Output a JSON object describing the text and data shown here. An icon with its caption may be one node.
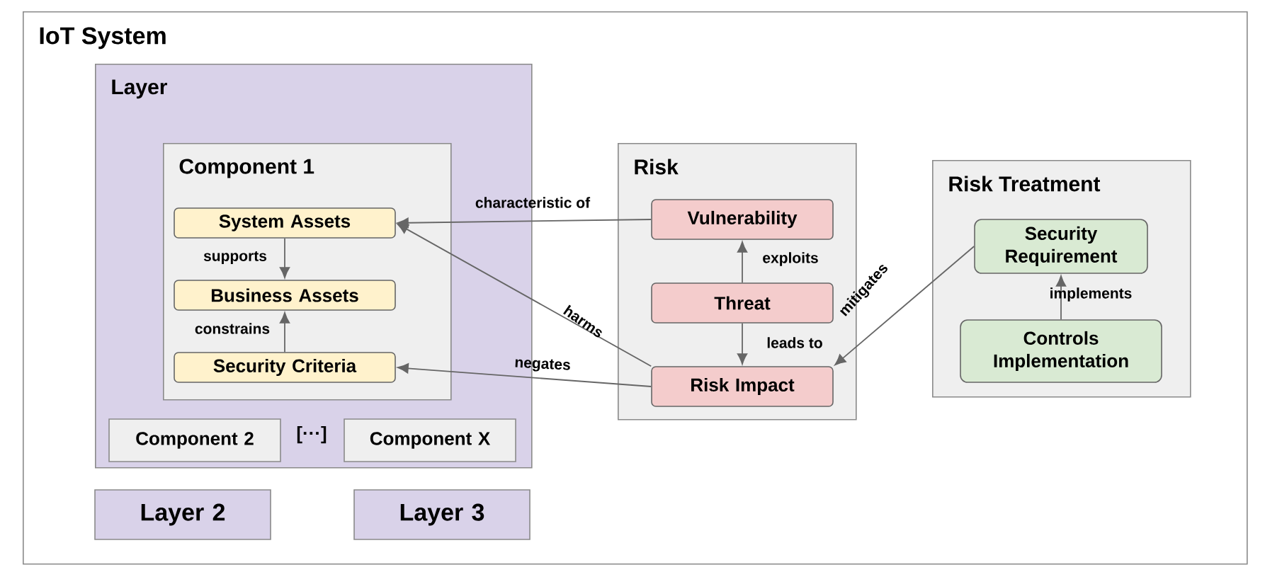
{
  "diagram": {
    "nodes": [
      {
        "text": [
          "IoT System"
        ]
      },
      {
        "text": [
          "Layer"
        ],
        "in": 0
      },
      {
        "text": [
          "Component 1"
        ],
        "in": 1
      },
      {
        "text": [
          "System Assets"
        ],
        "in": 2
      },
      {
        "text": [
          "Business Assets"
        ],
        "in": 2
      },
      {
        "text": [
          "Security Criteria"
        ],
        "in": 2
      },
      {
        "text": [
          "Component 2"
        ],
        "in": 1
      },
      {
        "text": [
          "Component X"
        ],
        "in": 1
      },
      {
        "text": [
          "Layer 2"
        ],
        "in": 0
      },
      {
        "text": [
          "Layer 3"
        ],
        "in": 0
      },
      {
        "text": [
          "Risk"
        ],
        "in": 0
      },
      {
        "text": [
          "Vulnerability"
        ],
        "in": 10
      },
      {
        "text": [
          "Threat"
        ],
        "in": 10
      },
      {
        "text": [
          "Risk Impact"
        ],
        "in": 10
      },
      {
        "text": [
          "Risk Treatment"
        ],
        "in": 0
      },
      {
        "text": [
          "Security Requirement"
        ],
        "in": 14
      },
      {
        "text": [
          "Controls Implementation"
        ],
        "in": 14
      }
    ],
    "edges": [
      {
        "from": 3,
        "to": 4,
        "arrow": "to",
        "label": "supports"
      },
      {
        "from": 5,
        "to": 4,
        "arrow": "to",
        "label": "constrains"
      },
      {
        "from": 11,
        "to": 3,
        "arrow": "to",
        "label": "characteristic of"
      },
      {
        "from": 13,
        "to": 3,
        "arrow": "to",
        "label": "harms"
      },
      {
        "from": 13,
        "to": 5,
        "arrow": "to",
        "label": "negates"
      },
      {
        "from": 12,
        "to": 11,
        "arrow": "to",
        "label": "exploits"
      },
      {
        "from": 12,
        "to": 13,
        "arrow": "to",
        "label": "leads to"
      },
      {
        "from": 15,
        "to": 13,
        "arrow": "to",
        "label": "mitigates"
      },
      {
        "from": 16,
        "to": 15,
        "arrow": "to",
        "label": "implements"
      }
    ],
    "labels": [
      "[···]"
    ]
  }
}
